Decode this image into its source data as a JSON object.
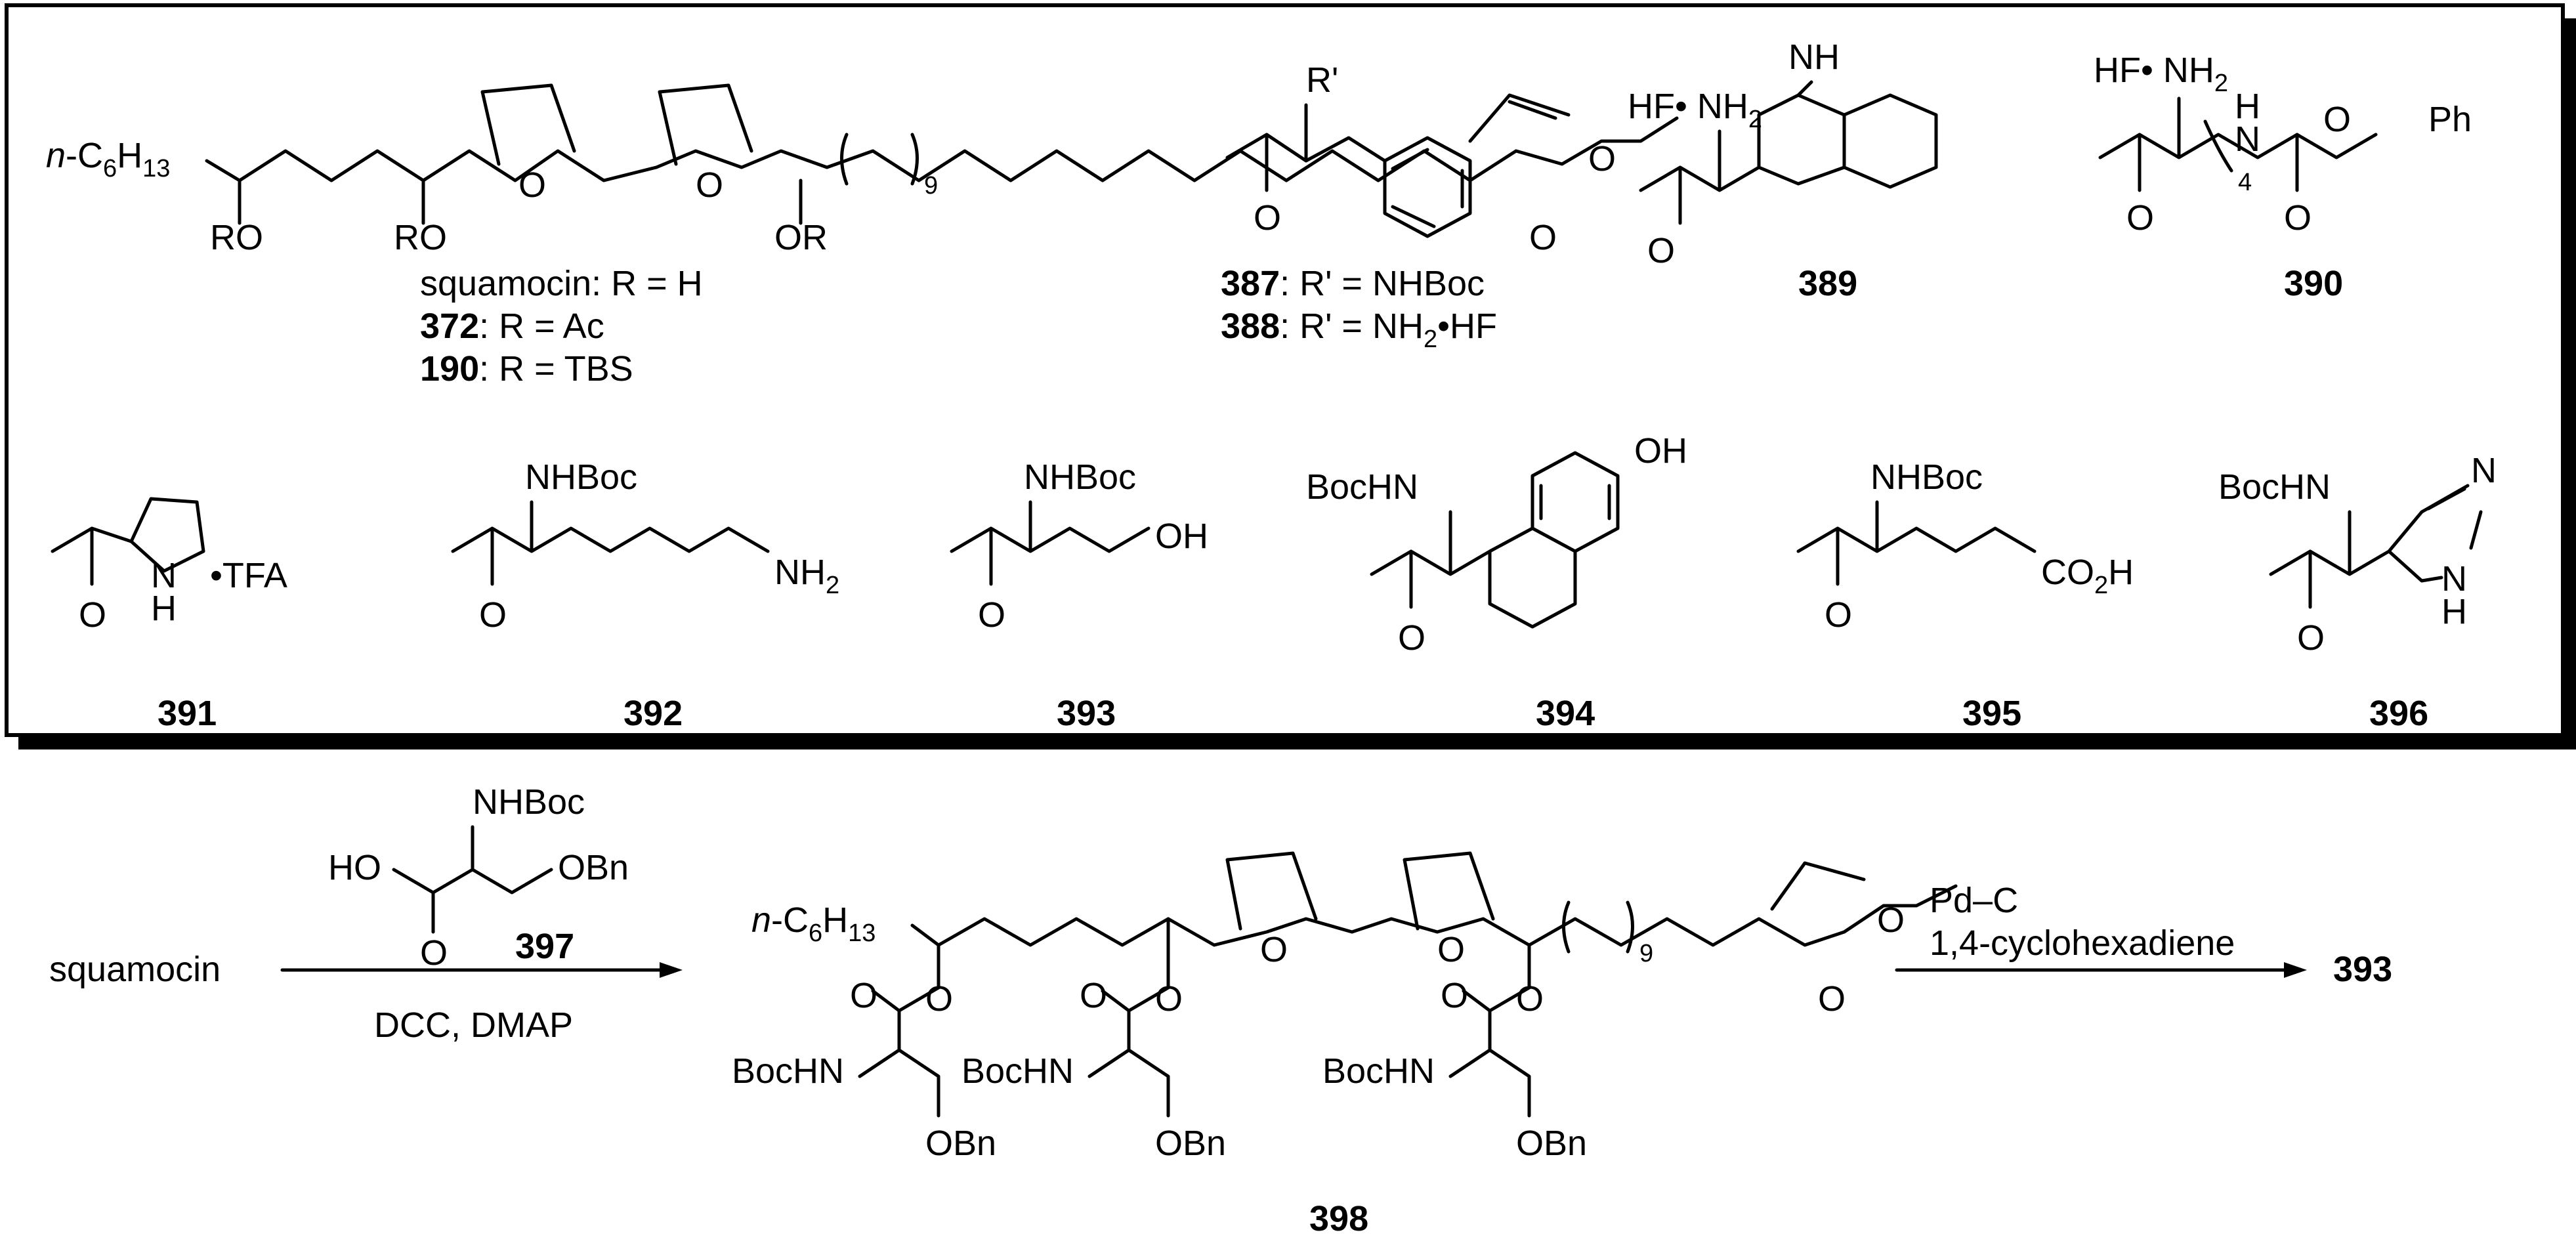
{
  "panel": {
    "parent": {
      "prefix": "n",
      "chain": "-C",
      "c_sub": "6",
      "h": "H",
      "h_sub": "13",
      "hydroxyls": [
        "RO",
        "RO",
        "OR"
      ],
      "ring_o": [
        "O",
        "O",
        "O"
      ],
      "carbonyl_o": "O",
      "repeat_sub": "9"
    },
    "definitions": [
      {
        "name": "squamocin",
        "rest": ": R = H"
      },
      {
        "num": "372",
        "rest": ": R = Ac"
      },
      {
        "num": "190",
        "rest": ": R = TBS"
      }
    ],
    "phe": {
      "r_prime": "R'",
      "co": "O",
      "defs": [
        {
          "num": "387",
          "text": ": R' = NHBoc"
        },
        {
          "num": "388",
          "text": ": R' = NH",
          "sub": "2",
          "tail": "•HF"
        }
      ]
    },
    "trp": {
      "label": "389",
      "salt": "HF• NH",
      "salt_sub": "2",
      "nh": "N",
      "h": "H",
      "co": "O"
    },
    "lys_cbz": {
      "label": "390",
      "salt": "HF• NH",
      "salt_sub": "2",
      "h": "H",
      "n": "N",
      "co": "O",
      "o2": "O",
      "o3": "O",
      "ph": "Ph",
      "sub4": "4"
    },
    "pro": {
      "label": "391",
      "n": "N",
      "h": "H",
      "salt": "•TFA",
      "co": "O"
    },
    "lys": {
      "label": "392",
      "top": "NHBoc",
      "end": "NH",
      "end_sub": "2",
      "co": "O"
    },
    "ser": {
      "label": "393",
      "top": "NHBoc",
      "end": "OH",
      "co": "O"
    },
    "tyr": {
      "label": "394",
      "top": "BocHN",
      "end": "OH",
      "co": "O"
    },
    "glu": {
      "label": "395",
      "top": "NHBoc",
      "end": "CO",
      "end_sub": "2",
      "end_tail": "H",
      "co": "O"
    },
    "his": {
      "label": "396",
      "top": "BocHN",
      "n1": "N",
      "n2": "N",
      "h": "H",
      "co": "O"
    }
  },
  "reaction": {
    "start": "squamocin",
    "reagent": {
      "top": "NHBoc",
      "ho": "HO",
      "obn": "OBn",
      "co": "O",
      "label": "397"
    },
    "conditions": "DCC, DMAP",
    "product": {
      "label": "398",
      "prefix": "n",
      "chain": "-C",
      "c_sub": "6",
      "h": "H",
      "h_sub": "13",
      "ester_o": "O",
      "bochn": "BocHN",
      "obn": "OBn",
      "ring_o": "O",
      "repeat_sub": "9"
    },
    "step2": {
      "line1": "Pd–C",
      "line2": "1,4-cyclohexadiene",
      "result": "393"
    }
  }
}
